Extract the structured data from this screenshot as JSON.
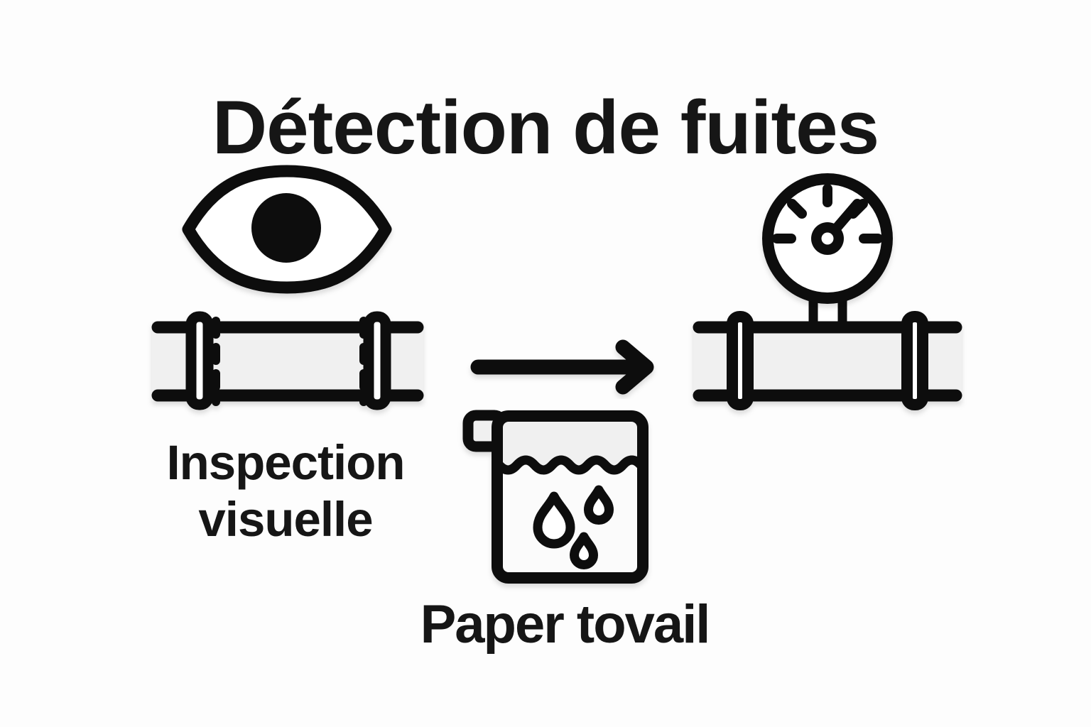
{
  "page": {
    "title": "Détection de fuites"
  },
  "steps": {
    "visual_inspection": {
      "label_line1": "Inspection",
      "label_line2": "visuelle",
      "icon": "eye-over-pipe-with-flanges"
    },
    "paper_towel": {
      "label": "Paper tovail",
      "icon": "paper-towel-sheet-with-water-drops"
    },
    "pressure_test": {
      "label": "",
      "icon": "pipe-with-pressure-gauge"
    }
  },
  "arrow": {
    "icon": "arrow-right"
  },
  "colors": {
    "background": "#fdfdfd",
    "ink": "#0d0d0d",
    "text": "#161616",
    "pipe_fill": "#f0f0f0",
    "towel_top": "#f0f0f0",
    "towel_bottom": "#fbfbfb",
    "shape_fill": "#ffffff"
  }
}
